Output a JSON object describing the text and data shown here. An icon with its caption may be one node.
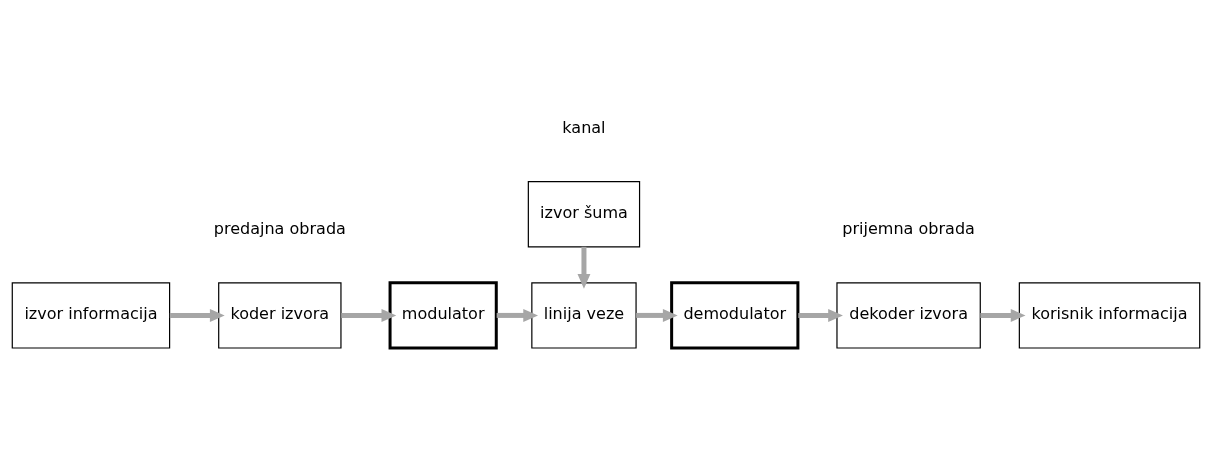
{
  "diagram": {
    "nodes": [
      {
        "text": [
          "izvor informacija"
        ]
      },
      {
        "text": [
          "koder izvora"
        ]
      },
      {
        "text": [
          "modulator"
        ]
      },
      {
        "text": [
          "linija veze"
        ]
      },
      {
        "text": [
          "demodulator"
        ]
      },
      {
        "text": [
          "dekoder izvora"
        ]
      },
      {
        "text": [
          "korisnik informacija"
        ]
      },
      {
        "text": [
          "izvor šuma"
        ]
      }
    ],
    "edges": [
      {
        "from": 0,
        "to": 1,
        "arrow": "to"
      },
      {
        "from": 1,
        "to": 2,
        "arrow": "to"
      },
      {
        "from": 2,
        "to": 3,
        "arrow": "to"
      },
      {
        "from": 3,
        "to": 4,
        "arrow": "to"
      },
      {
        "from": 4,
        "to": 5,
        "arrow": "to"
      },
      {
        "from": 5,
        "to": 6,
        "arrow": "to"
      },
      {
        "from": 7,
        "to": 3,
        "arrow": "to"
      }
    ],
    "labels": [
      "kanal",
      "predajna obrada",
      "prijemna obrada"
    ]
  }
}
